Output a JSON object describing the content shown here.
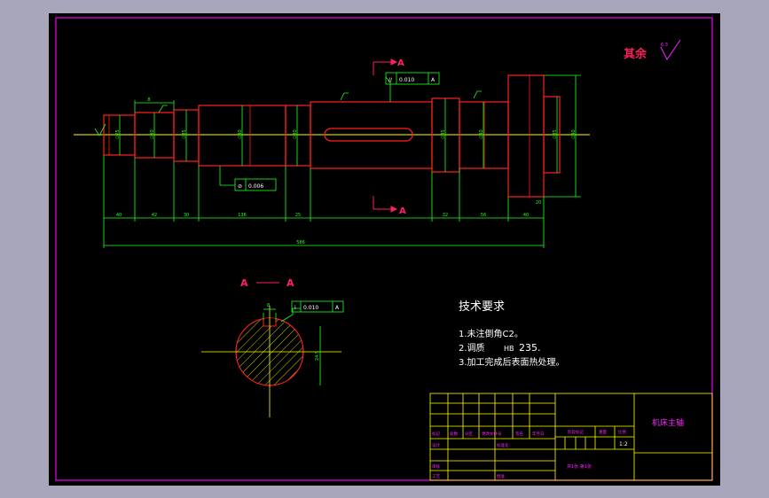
{
  "colors": {
    "frame": "#e000e0",
    "part_outline": "#ff2020",
    "dimension": "#20ff20",
    "center_line": "#ffff00",
    "text": "#ffffff",
    "title_block": "#ffff00",
    "annotation": "#ff2060",
    "surface_symbol": "#ff20ff"
  },
  "drawing": {
    "qiyu_label": "其余",
    "qiyu_roughness": "6.3",
    "section_mark": "A",
    "section_title_left": "A",
    "section_title_right": "A",
    "tol_top_symbol": "//",
    "tol_top_value": "0.010",
    "tol_top_datum": "A",
    "tol_mid_symbol": "⊘",
    "tol_mid_value": "0.006",
    "tol_sec_symbol": "i",
    "tol_sec_value": "0.010",
    "tol_sec_datum": "A",
    "sec_depth_label": "24.5",
    "sec_width_label": "8",
    "small_dim_top": "8"
  },
  "dims": {
    "bottom_row": [
      "40",
      "42",
      "30",
      "136",
      "25",
      "32",
      "56",
      "40",
      "20"
    ],
    "overall": "586",
    "diameters": [
      "∅25",
      "∅30",
      "∅35",
      "∅40",
      "∅30",
      "∅45",
      "∅40",
      "∅35",
      "∅40",
      "∅80"
    ]
  },
  "requirements": {
    "title": "技术要求",
    "item1": "1.未注倒角C2。",
    "item2_prefix": "2.调质",
    "item2_hb": "HB",
    "item2_value": "235.",
    "item3": "3.加工完成后表面热处理。"
  },
  "title_block": {
    "part_name": "机床主轴",
    "scale": "1:2",
    "sheet_info": "共1张 第1张",
    "headers_row": [
      "标记",
      "处数",
      "分区",
      "更改文件号",
      "签名",
      "年月日"
    ],
    "stage_label": "阶段标记",
    "weight_label": "重量",
    "scale_label": "比例",
    "design_label": "设计",
    "standard_label": "标准化",
    "review_label": "审核",
    "process_label": "工艺",
    "approve_label": "批准"
  }
}
